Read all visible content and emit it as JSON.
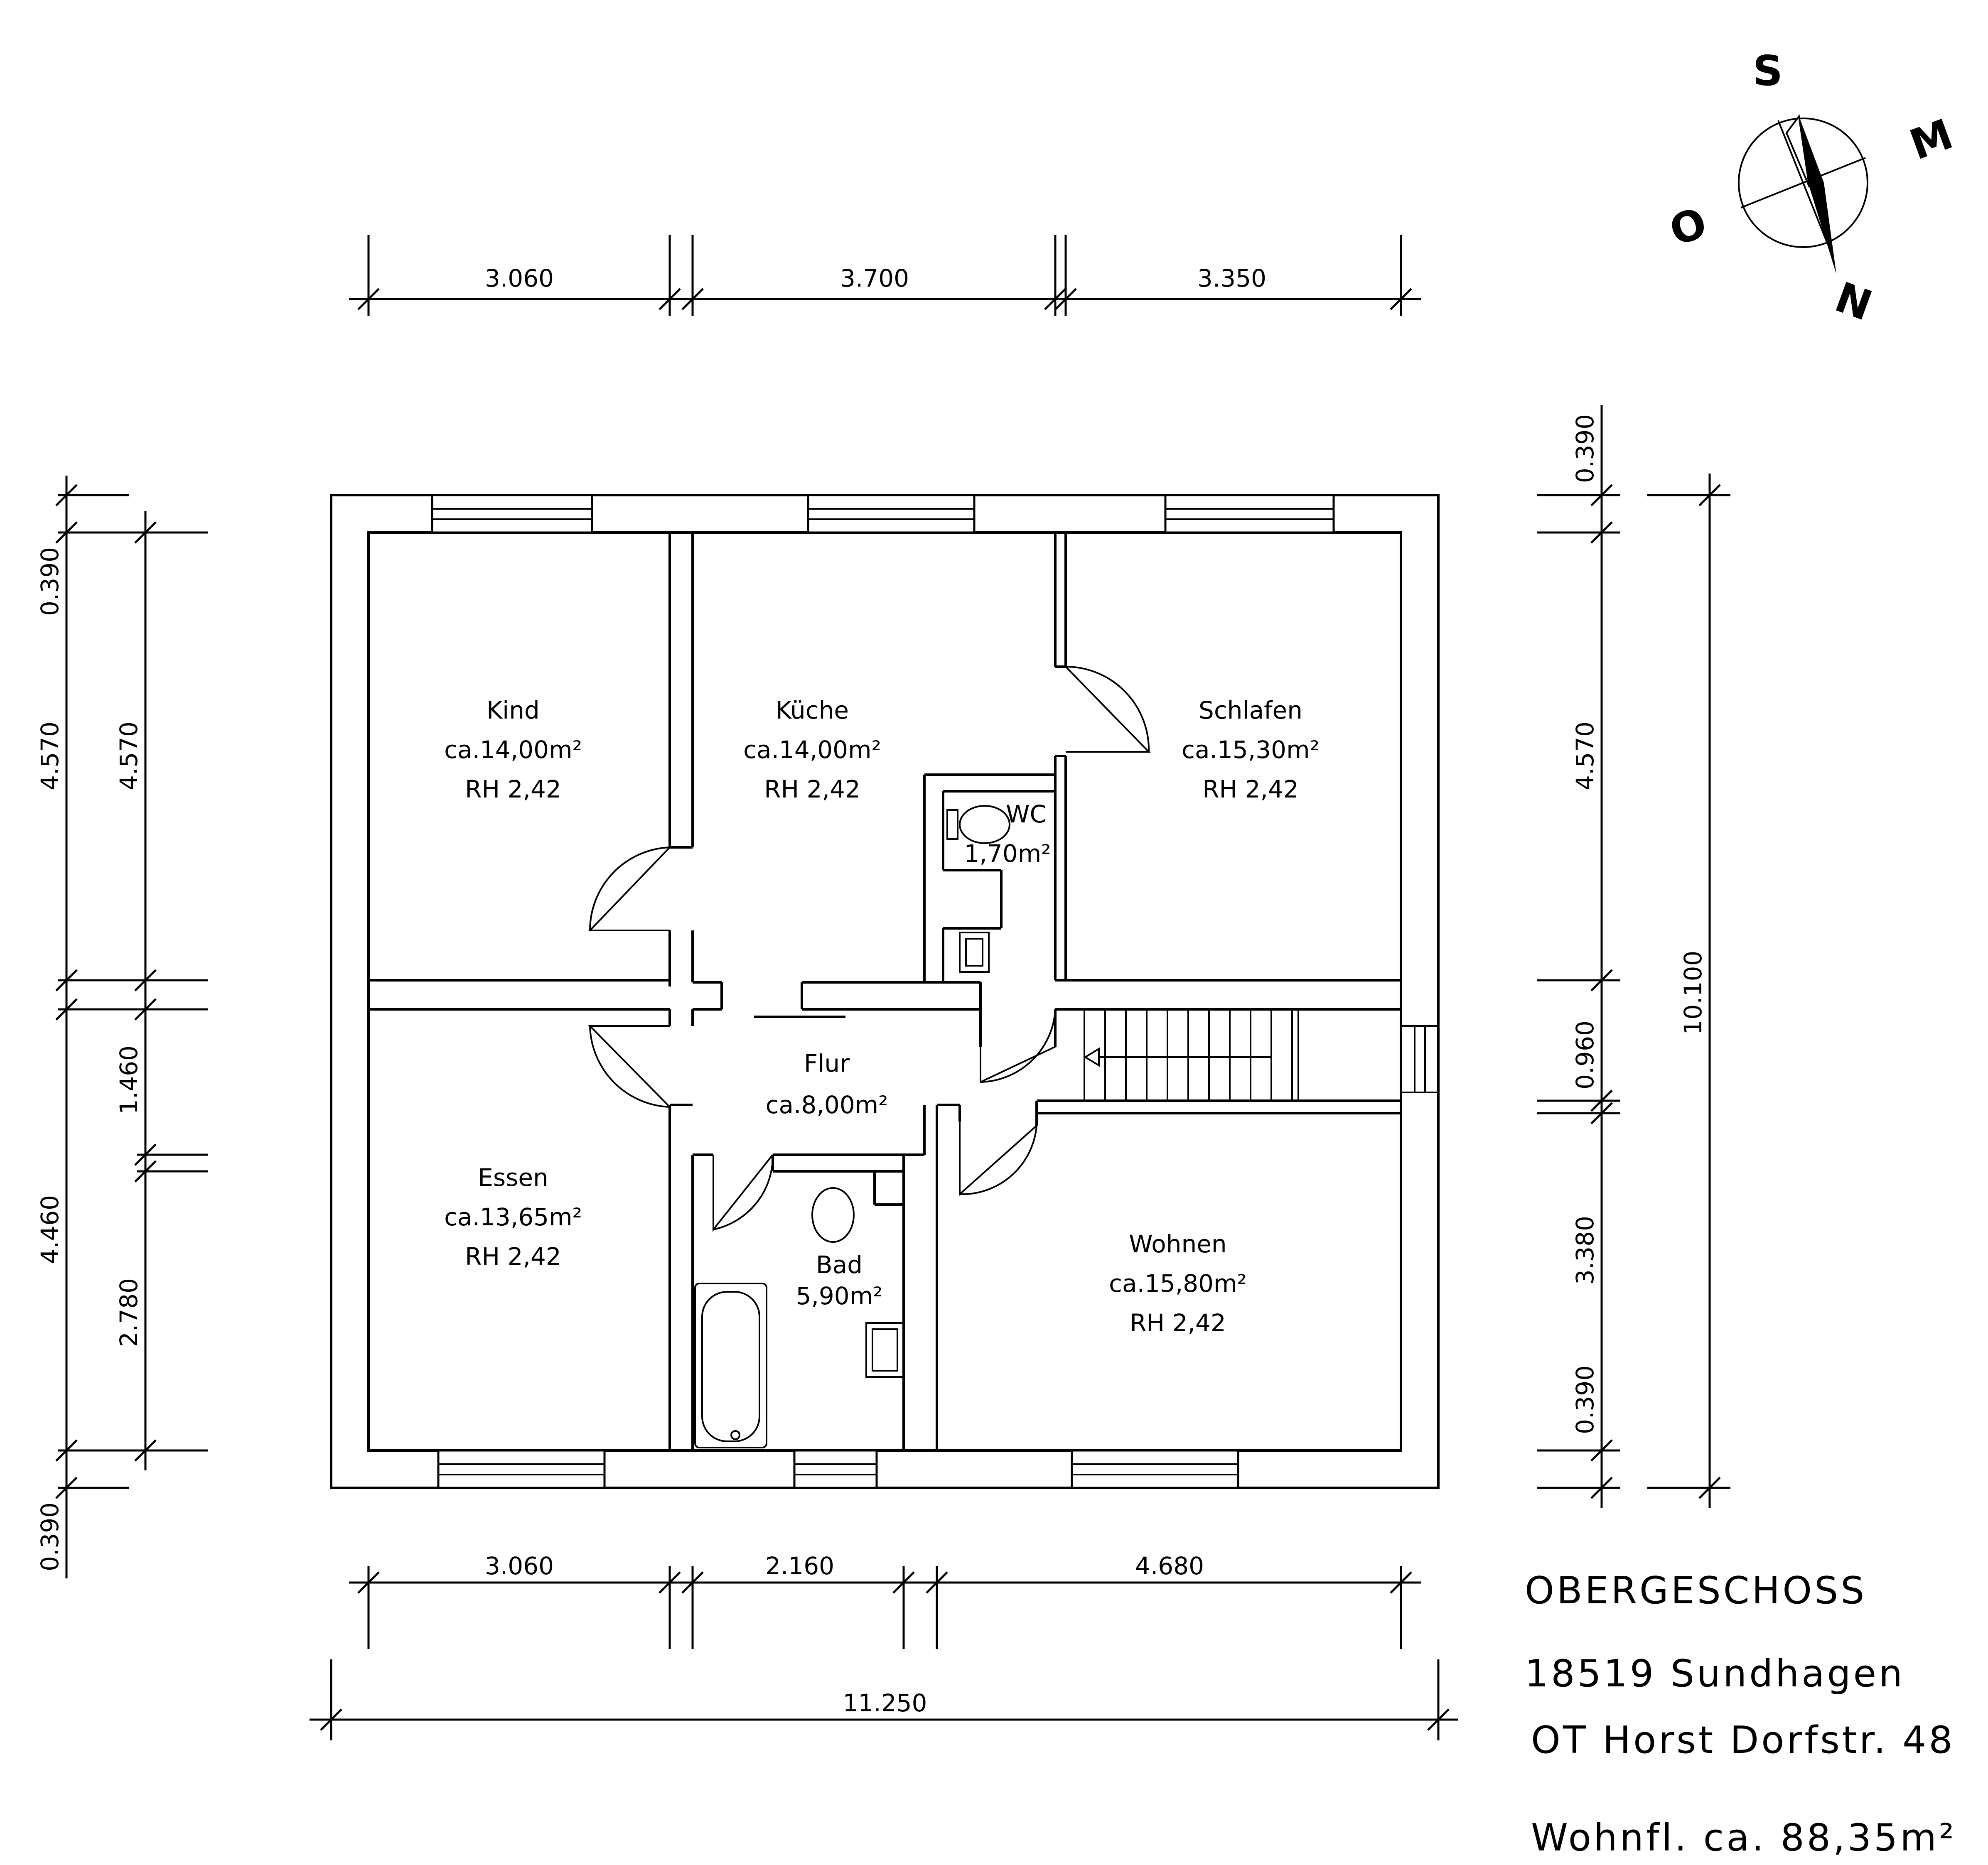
{
  "compass": {
    "s": "S",
    "m": "M",
    "o": "O",
    "n": "N"
  },
  "rooms": {
    "kind": {
      "name": "Kind",
      "area": "ca.14,00m²",
      "rh": "RH  2,42"
    },
    "kueche": {
      "name": "Küche",
      "area": "ca.14,00m²",
      "rh": "RH  2,42"
    },
    "schlafen": {
      "name": "Schlafen",
      "area": "ca.15,30m²",
      "rh": "RH  2,42"
    },
    "wc": {
      "name": "WC",
      "area": "1,70m²"
    },
    "flur": {
      "name": "Flur",
      "area": "ca.8,00m²"
    },
    "essen": {
      "name": "Essen",
      "area": "ca.13,65m²",
      "rh": "RH  2,42"
    },
    "bad": {
      "name": "Bad",
      "area": "5,90m²"
    },
    "wohnen": {
      "name": "Wohnen",
      "area": "ca.15,80m²",
      "rh": "RH  2,42"
    }
  },
  "dimensions": {
    "top": [
      "3.060",
      "3.700",
      "3.350"
    ],
    "bottom": [
      "3.060",
      "2.160",
      "4.680"
    ],
    "total_width": "11.250",
    "left_outer": [
      "0.390",
      "4.570",
      "4.460",
      "0.390"
    ],
    "left_inner": [
      "4.570",
      "1.460",
      "2.780"
    ],
    "right_inner": [
      "0.390",
      "4.570",
      "0.960",
      "3.380",
      "0.390"
    ],
    "right_total": "10.100"
  },
  "info": {
    "floor": "OBERGESCHOSS",
    "city": "18519 Sundhagen",
    "address": "OT Horst Dorfstr. 48",
    "living_area": "Wohnfl. ca. 88,35m²"
  }
}
